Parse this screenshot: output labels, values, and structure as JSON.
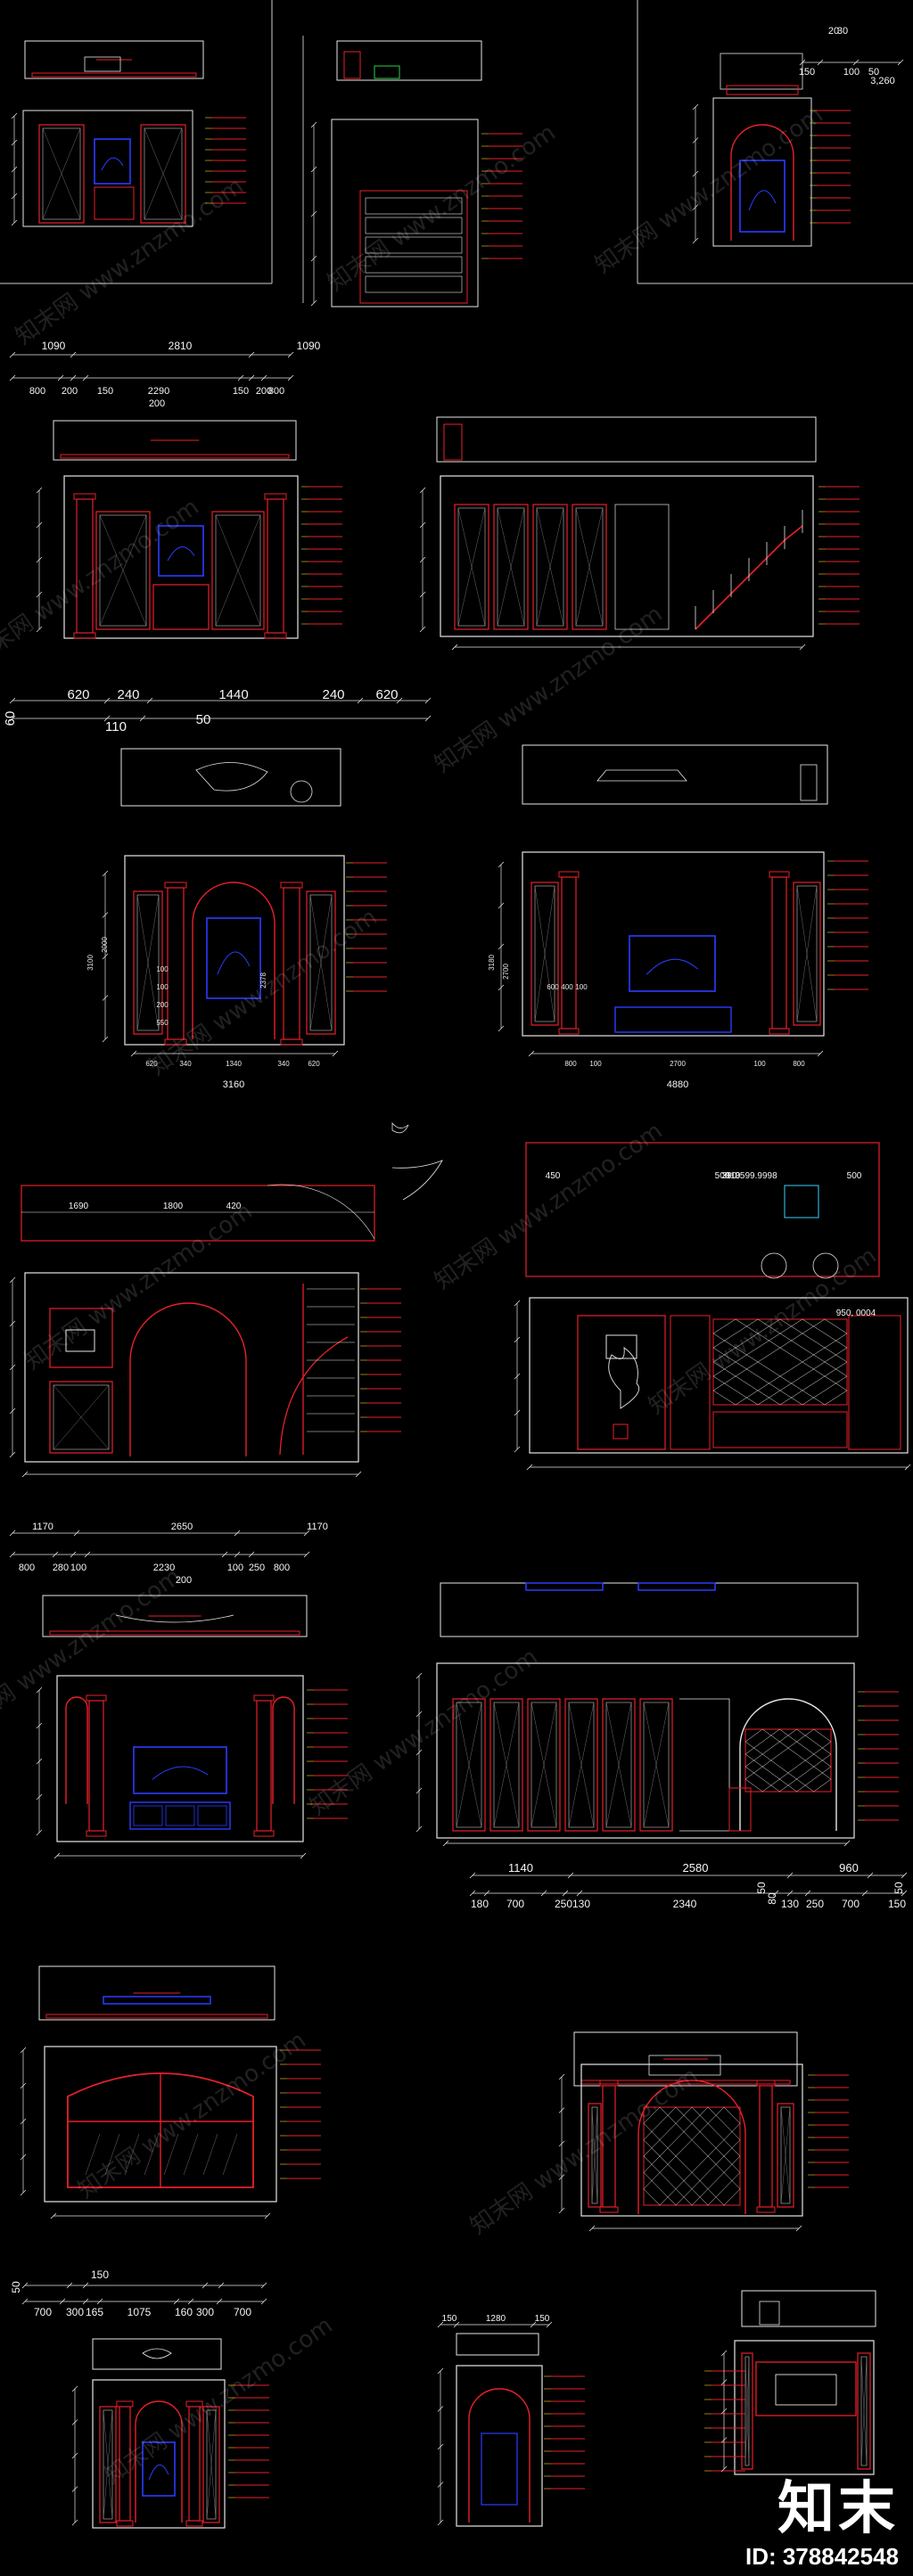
{
  "brand": {
    "logo_text": "知末",
    "id_text": "ID: 378842548"
  },
  "watermark": {
    "text": "知末网 www.znzmo.com"
  },
  "dims": {
    "d1": [
      "20",
      "30"
    ],
    "d2": [
      "150",
      "100",
      "50"
    ],
    "d3": [
      "3,260"
    ],
    "r1a": [
      "1090",
      "2810",
      "1090"
    ],
    "r1b": [
      "800",
      "200",
      "150",
      "2290",
      "150",
      "200",
      "800"
    ],
    "r1c": [
      "200"
    ],
    "r2": [
      "620",
      "240",
      "1440",
      "240",
      "620"
    ],
    "r2b": [
      "60",
      "110",
      "50"
    ],
    "r3": [
      "1690",
      "1800",
      "420"
    ],
    "r3b": [
      "390",
      "3599.9998",
      "500",
      "910",
      "500",
      "450"
    ],
    "r3c": [
      "950, 0004"
    ],
    "r4a": [
      "1170",
      "2650",
      "1170"
    ],
    "r4b": [
      "800",
      "280",
      "100",
      "2230",
      "100",
      "250",
      "800"
    ],
    "r4c": [
      "200"
    ],
    "r5a": [
      "1140",
      "2580",
      "960"
    ],
    "r5b": [
      "180",
      "700",
      "250",
      "130",
      "2340",
      "130",
      "250",
      "700",
      "150"
    ],
    "r5c": [
      "50",
      "80",
      "50"
    ],
    "r6a": [
      "150",
      "50"
    ],
    "r6b": [
      "700",
      "300",
      "165",
      "1075",
      "160",
      "300",
      "700"
    ],
    "r6c": [
      "150",
      "1280",
      "150"
    ],
    "ele1": [
      "3160",
      "620",
      "340",
      "1340",
      "340",
      "620",
      "2000",
      "3100",
      "2378",
      "100",
      "100",
      "200",
      "550"
    ],
    "ele2": [
      "4880",
      "800",
      "100",
      "2700",
      "100",
      "800",
      "3180",
      "2700",
      "600",
      "400",
      "100"
    ]
  }
}
